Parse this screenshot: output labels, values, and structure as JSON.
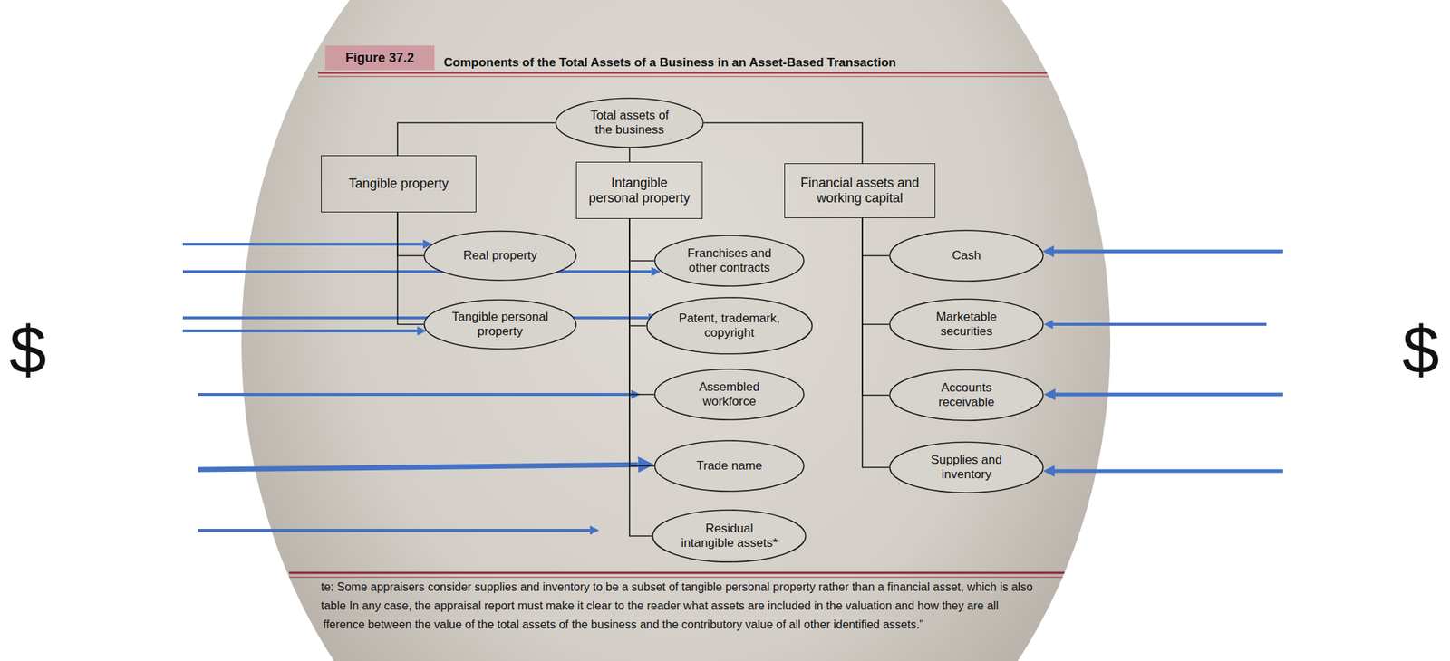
{
  "diagram": {
    "title": "Components of the Total Assets of a Business in an Asset-Based Transaction",
    "nodes": [
      {
        "text": [
          "Figure 37.2"
        ]
      },
      {
        "text": [
          "Total assets of the business"
        ]
      },
      {
        "text": [
          "Tangible property"
        ]
      },
      {
        "text": [
          "Intangible personal property"
        ]
      },
      {
        "text": [
          "Financial assets and working capital"
        ]
      },
      {
        "text": [
          "Real property"
        ]
      },
      {
        "text": [
          "Tangible personal property"
        ]
      },
      {
        "text": [
          "Franchises and other contracts"
        ]
      },
      {
        "text": [
          "Patent, trademark, copyright"
        ]
      },
      {
        "text": [
          "Assembled workforce"
        ]
      },
      {
        "text": [
          "Trade name"
        ]
      },
      {
        "text": [
          "Residual intangible assets*"
        ]
      },
      {
        "text": [
          "Cash"
        ]
      },
      {
        "text": [
          "Marketable securities"
        ]
      },
      {
        "text": [
          "Accounts receivable"
        ]
      },
      {
        "text": [
          "Supplies and inventory"
        ]
      }
    ],
    "edges": [
      {
        "from": 1,
        "to": 2,
        "arrow": "none"
      },
      {
        "from": 1,
        "to": 3,
        "arrow": "none"
      },
      {
        "from": 1,
        "to": 4,
        "arrow": "none"
      },
      {
        "from": 2,
        "to": 5,
        "arrow": "none"
      },
      {
        "from": 2,
        "to": 6,
        "arrow": "none"
      },
      {
        "from": 3,
        "to": 7,
        "arrow": "none"
      },
      {
        "from": 3,
        "to": 8,
        "arrow": "none"
      },
      {
        "from": 3,
        "to": 9,
        "arrow": "none"
      },
      {
        "from": 3,
        "to": 10,
        "arrow": "none"
      },
      {
        "from": 3,
        "to": 11,
        "arrow": "none"
      },
      {
        "from": 4,
        "to": 12,
        "arrow": "none"
      },
      {
        "from": 4,
        "to": 13,
        "arrow": "none"
      },
      {
        "from": 4,
        "to": 14,
        "arrow": "none"
      },
      {
        "from": 4,
        "to": 15,
        "arrow": "none"
      }
    ],
    "labels": [
      "$",
      "$",
      "te: Some appraisers consider supplies and inventory to be a subset of tangible personal property rather than a financial asset, which is also",
      "table In any case, the appraisal report must make it clear to the reader what assets are included in the valuation and how they are all",
      "fference between the value of the total assets of the business and the contributory value of all other identified assets.\""
    ]
  }
}
